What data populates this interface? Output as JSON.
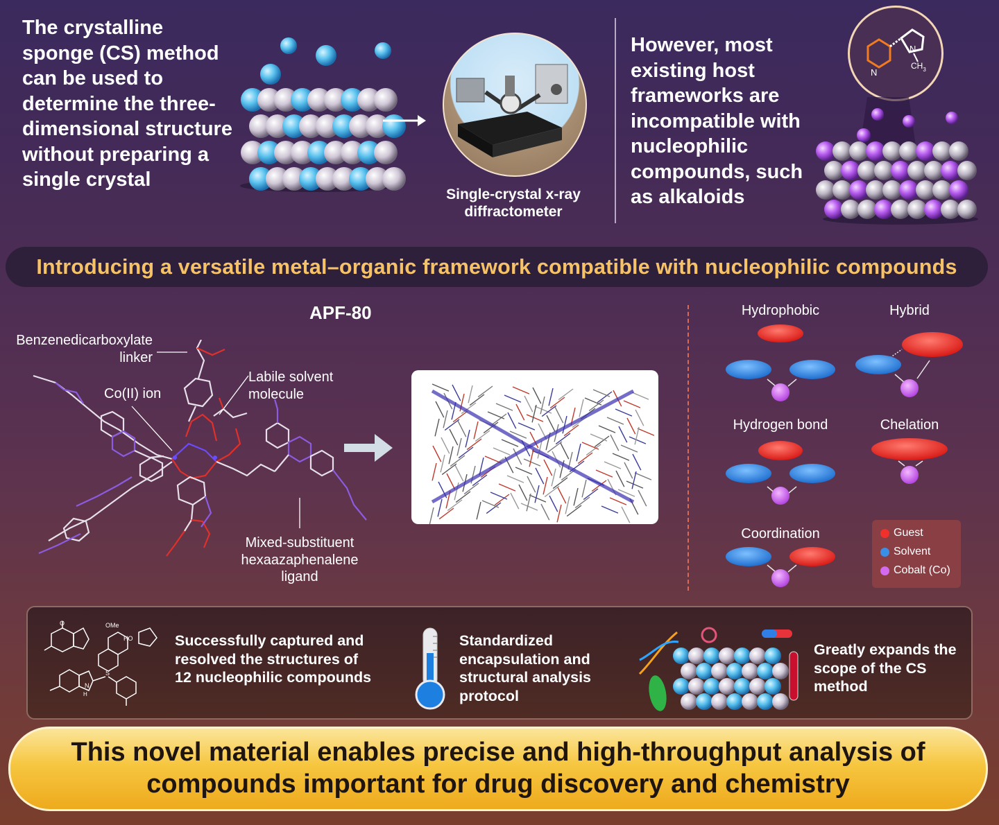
{
  "top": {
    "intro": "The crystalline sponge (CS) method can be used to determine the three-dimensional structure without preparing a single crystal",
    "diffractometer_label": "Single-crystal x-ray diffractometer",
    "host_limitation": "However, most existing host frameworks are incompatible with nucleophilic compounds, such as alkaloids",
    "molecule_labels": {
      "n_ring": "N",
      "n_methyl": "N",
      "ch3": "CH",
      "ch3_sub": "3"
    }
  },
  "banner": "Introducing a versatile metal–organic framework compatible with nucleophilic compounds",
  "apf": {
    "title": "APF-80",
    "linker": "Benzenedicarboxylate linker",
    "co_ion": "Co(II) ion",
    "solvent": "Labile solvent molecule",
    "ligand": "Mixed-substituent hexaazaphenalene ligand"
  },
  "interactions": {
    "hydrophobic": "Hydrophobic",
    "hybrid": "Hybrid",
    "hydrogen_bond": "Hydrogen bond",
    "chelation": "Chelation",
    "coordination": "Coordination"
  },
  "legend": [
    {
      "label": "Guest",
      "color": "#f0302c"
    },
    {
      "label": "Solvent",
      "color": "#3a8fe6"
    },
    {
      "label": "Cobalt (Co)",
      "color": "#d36af0"
    }
  ],
  "features": {
    "captured": "Successfully captured and resolved the structures of 12 nucleophilic compounds",
    "protocol": "Standardized encapsulation and structural analysis protocol",
    "expands": "Greatly expands the scope of the CS method"
  },
  "chem_labels": {
    "ome": "OMe",
    "ho": "HO",
    "o": "O",
    "n": "N",
    "h": "H",
    "s": "S"
  },
  "conclusion": "This novel material enables precise and high-throughput analysis of compounds important for drug discovery and chemistry",
  "colors": {
    "banner_text": "#f6c267",
    "guest": "#f0302c",
    "solvent": "#3a8fe6",
    "cobalt": "#d36af0"
  }
}
